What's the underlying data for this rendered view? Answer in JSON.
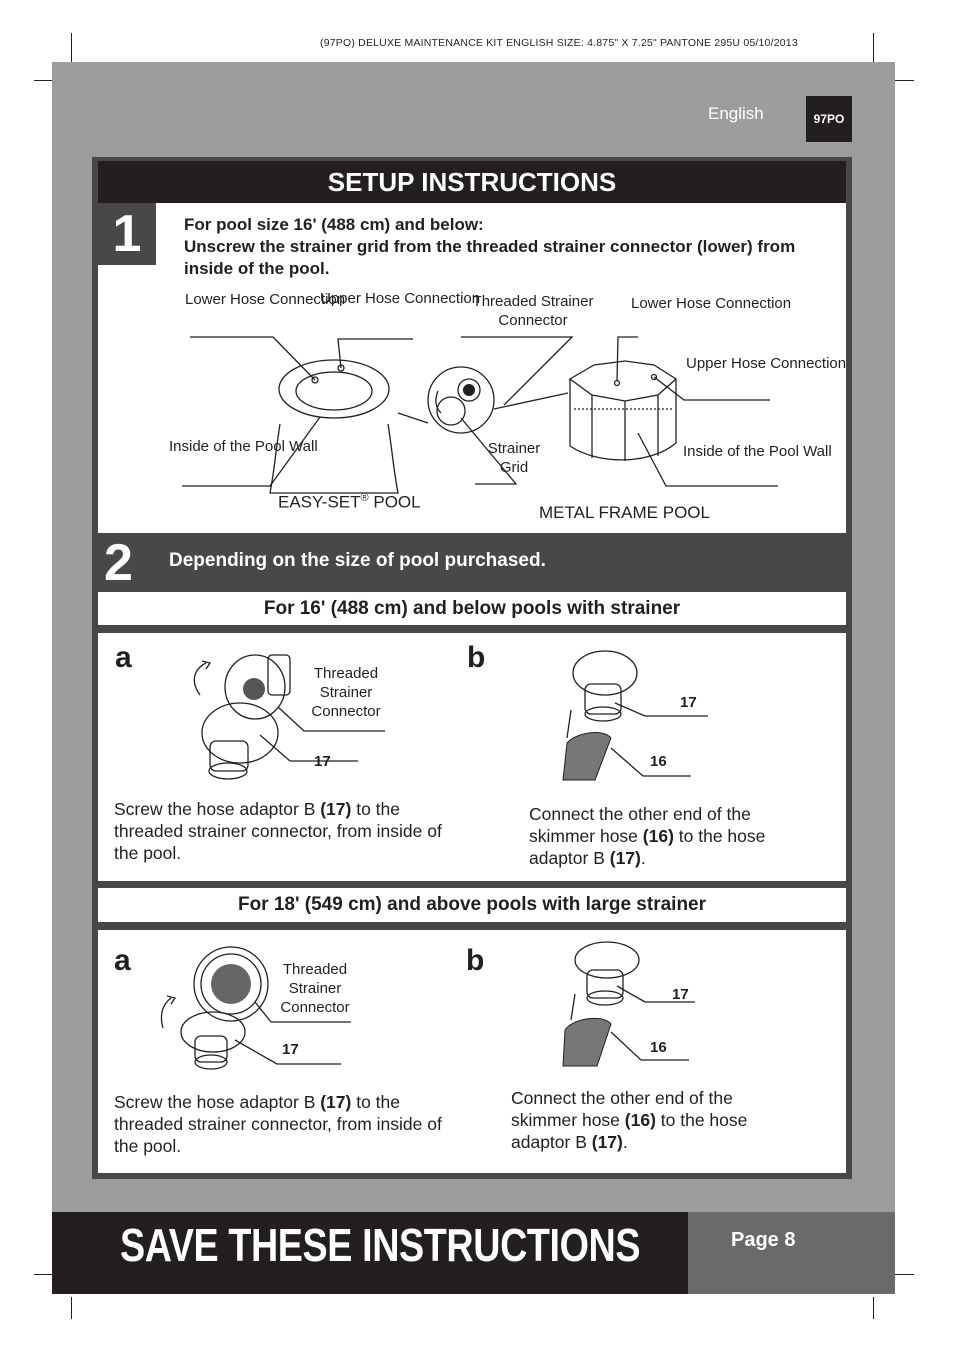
{
  "printer_line": "(97PO)  DELUXE MAINTENANCE KIT  ENGLISH  SIZE: 4.875\" X 7.25\"  PANTONE 295U  05/10/2013",
  "language": "English",
  "model_code": "97PO",
  "header_title": "SETUP INSTRUCTIONS",
  "step1": {
    "number": "1",
    "line1": "For pool size 16' (488 cm) and below:",
    "line2": "Unscrew the strainer grid from the threaded strainer connector (lower) from inside of the pool.",
    "labels": {
      "lower_hose_left": "Lower Hose Connection",
      "upper_hose_left": "Upper Hose Connection",
      "threaded_strainer": "Threaded Strainer Connector",
      "lower_hose_right": "Lower Hose Connection",
      "upper_hose_right": "Upper Hose Connection",
      "inside_wall_left": "Inside of the Pool Wall",
      "strainer_grid": "Strainer Grid",
      "inside_wall_right": "Inside of the Pool Wall",
      "easy_set_main": "EASY-SET",
      "easy_set_reg": "®",
      "easy_set_suffix": " POOL",
      "metal_frame": "METAL FRAME POOL"
    }
  },
  "step2": {
    "number": "2",
    "text": "Depending on the size of pool purchased.",
    "small_pool": {
      "heading": "For 16' (488 cm) and below pools with strainer",
      "a_letter": "a",
      "a_label": "Threaded Strainer Connector",
      "a_part": "17",
      "a_text": {
        "p1": "Screw the hose adaptor B ",
        "b1": "(17)",
        "p2": " to the threaded strainer connector, from inside of the pool."
      },
      "b_letter": "b",
      "b_part_top": "17",
      "b_part_bottom": "16",
      "b_text": {
        "p1": "Connect the other end of the skimmer hose ",
        "b1": "(16)",
        "p2": " to the hose adaptor B ",
        "b2": "(17)",
        "p3": "."
      }
    },
    "large_pool": {
      "heading": "For 18' (549 cm) and above pools with large strainer",
      "a_letter": "a",
      "a_label": "Threaded Strainer Connector",
      "a_part": "17",
      "a_text": {
        "p1": "Screw the hose adaptor B ",
        "b1": "(17)",
        "p2": " to the threaded strainer connector, from inside of the pool."
      },
      "b_letter": "b",
      "b_part_top": "17",
      "b_part_bottom": "16",
      "b_text": {
        "p1": "Connect the other end of the skimmer hose ",
        "b1": "(16)",
        "p2": " to the hose adaptor B ",
        "b2": "(17)",
        "p3": "."
      }
    }
  },
  "footer": {
    "save_text": "SAVE THESE INSTRUCTIONS",
    "page_label": "Page 8"
  }
}
